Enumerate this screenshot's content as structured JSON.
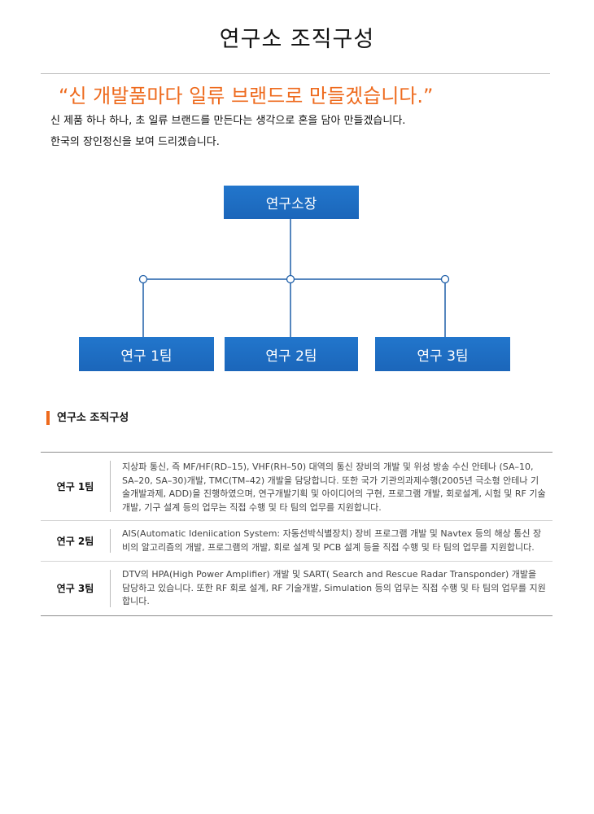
{
  "page": {
    "title": "연구소 조직구성",
    "slogan": "“신 개발품마다 일류 브랜드로 만들겠습니다.”",
    "intro_lines": [
      "신 제품 하나 하나, 초 일류 브랜드를 만든다는 생각으로 혼을 담아 만들겠습니다.",
      "한국의 장인정신을 보여 드리겠습니다."
    ]
  },
  "org_chart": {
    "head": "연구소장",
    "teams": [
      "연구 1팀",
      "연구 2팀",
      "연구 3팀"
    ]
  },
  "section": {
    "heading": "연구소 조직구성"
  },
  "team_table": [
    {
      "name": "연구 1팀",
      "description": "지상파 통신, 즉 MF/HF(RD–15), VHF(RH–50) 대역의 통신 장비의 개발 및 위성 방송 수신 안테나 (SA–10, SA–20, SA–30)개발, TMC(TM–42) 개발을 담당합니다. 또한 국가 기관의과제수행(2005년 극소형 안테나 기술개발과제, ADD)을 진행하였으며, 연구개발기획 및 아이디어의 구현, 프로그램 개발, 회로설계, 시험 및 RF 기술 개발, 기구 설계 등의 업무는 직접 수행 및 타 팀의 업무를 지원합니다."
    },
    {
      "name": "연구 2팀",
      "description": "AIS(Automatic Ideniication System: 자동선박식별장치) 장비 프로그램 개발 및 Navtex 등의 해상 통신 장비의 알고리즘의 개발, 프로그램의 개발, 회로 설계 및 PCB 설계 등을 직접 수행 및 타 팀의 업무를 지원합니다."
    },
    {
      "name": "연구 3팀",
      "description": "DTV의 HPA(High Power Amplifier) 개발 및 SART( Search and Rescue Radar Transponder) 개발을 담당하고 있습니다. 또한 RF 회로 설계, RF 기술개발, Simulation 등의 업무는 직접 수행 및 타 팀의 업무를 지원합니다."
    }
  ],
  "colors": {
    "accent_orange": "#ee6a1d",
    "box_blue": "#1f6fc6",
    "connector_blue": "#1f5fa8"
  }
}
